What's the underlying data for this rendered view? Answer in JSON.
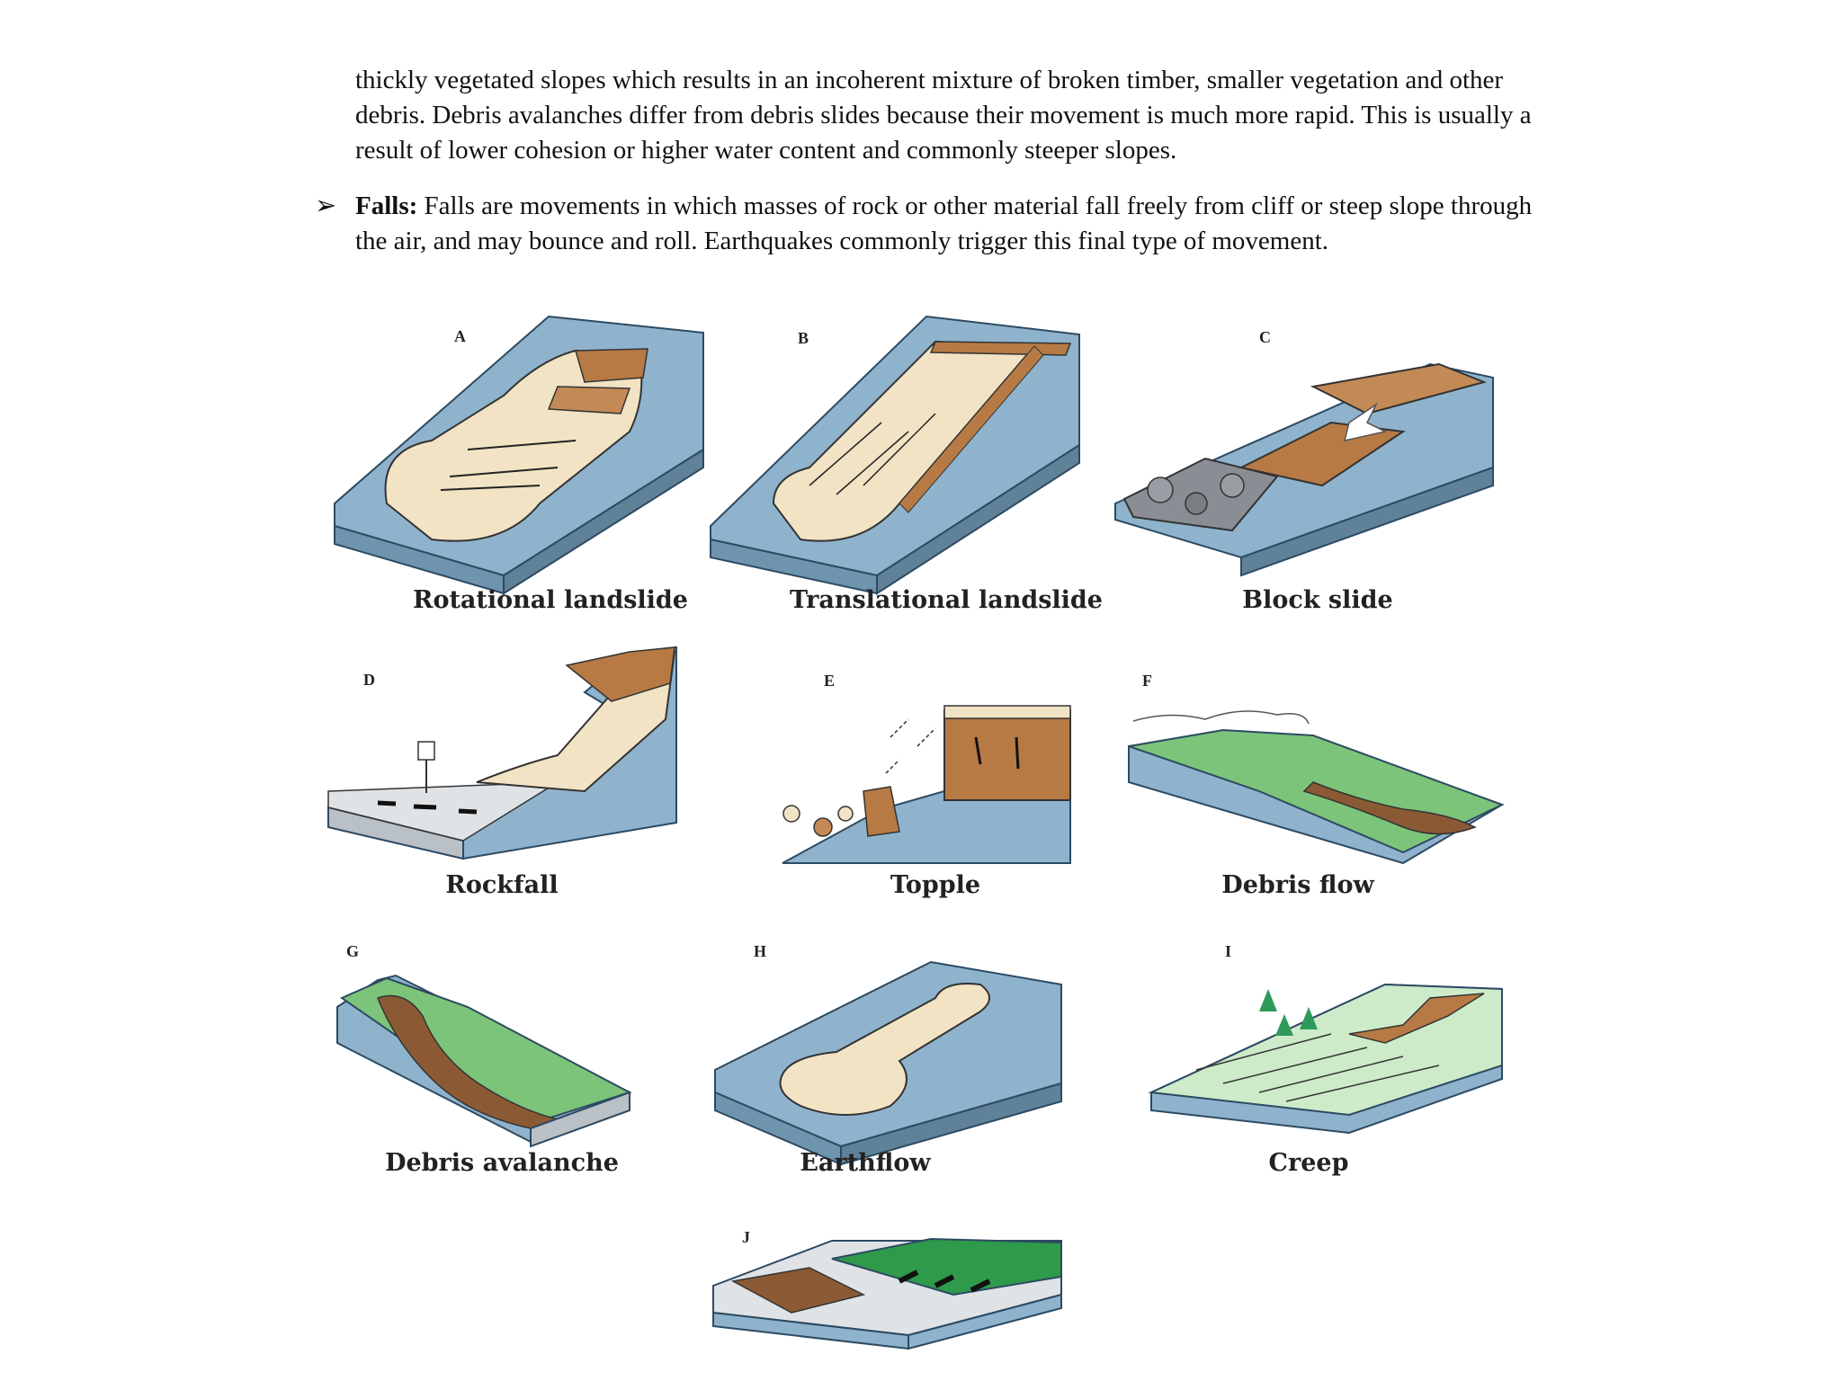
{
  "paragraph_text": "thickly vegetated slopes which results in an incoherent mixture of broken timber, smaller vegetation and other debris. Debris avalanches differ from debris slides because their movement is much more rapid. This is usually a result of lower cohesion or higher water content and commonly steeper slopes.",
  "bullet": {
    "mark": "➢",
    "term": "Falls:",
    "text": " Falls are movements in which masses of rock or other material fall freely from cliff or steep slope through the air, and may bounce and roll. Earthquakes commonly trigger this final type of movement."
  },
  "panels": [
    {
      "letter": "A",
      "caption": "Rotational landslide"
    },
    {
      "letter": "B",
      "caption": "Translational landslide"
    },
    {
      "letter": "C",
      "caption": "Block slide"
    },
    {
      "letter": "D",
      "caption": "Rockfall"
    },
    {
      "letter": "E",
      "caption": "Topple"
    },
    {
      "letter": "F",
      "caption": "Debris flow"
    },
    {
      "letter": "G",
      "caption": "Debris avalanche"
    },
    {
      "letter": "H",
      "caption": "Earthflow"
    },
    {
      "letter": "I",
      "caption": "Creep"
    },
    {
      "letter": "J",
      "caption": ""
    }
  ],
  "colors": {
    "bedrock_blue": "#8fb3cc",
    "bedrock_edge": "#2d4a63",
    "soil_cream": "#f1e3c4",
    "soil_brown": "#b77a45",
    "grass_green": "#7cc47a",
    "light_green": "#cdebc9",
    "rock_gray": "#8a8d94"
  }
}
